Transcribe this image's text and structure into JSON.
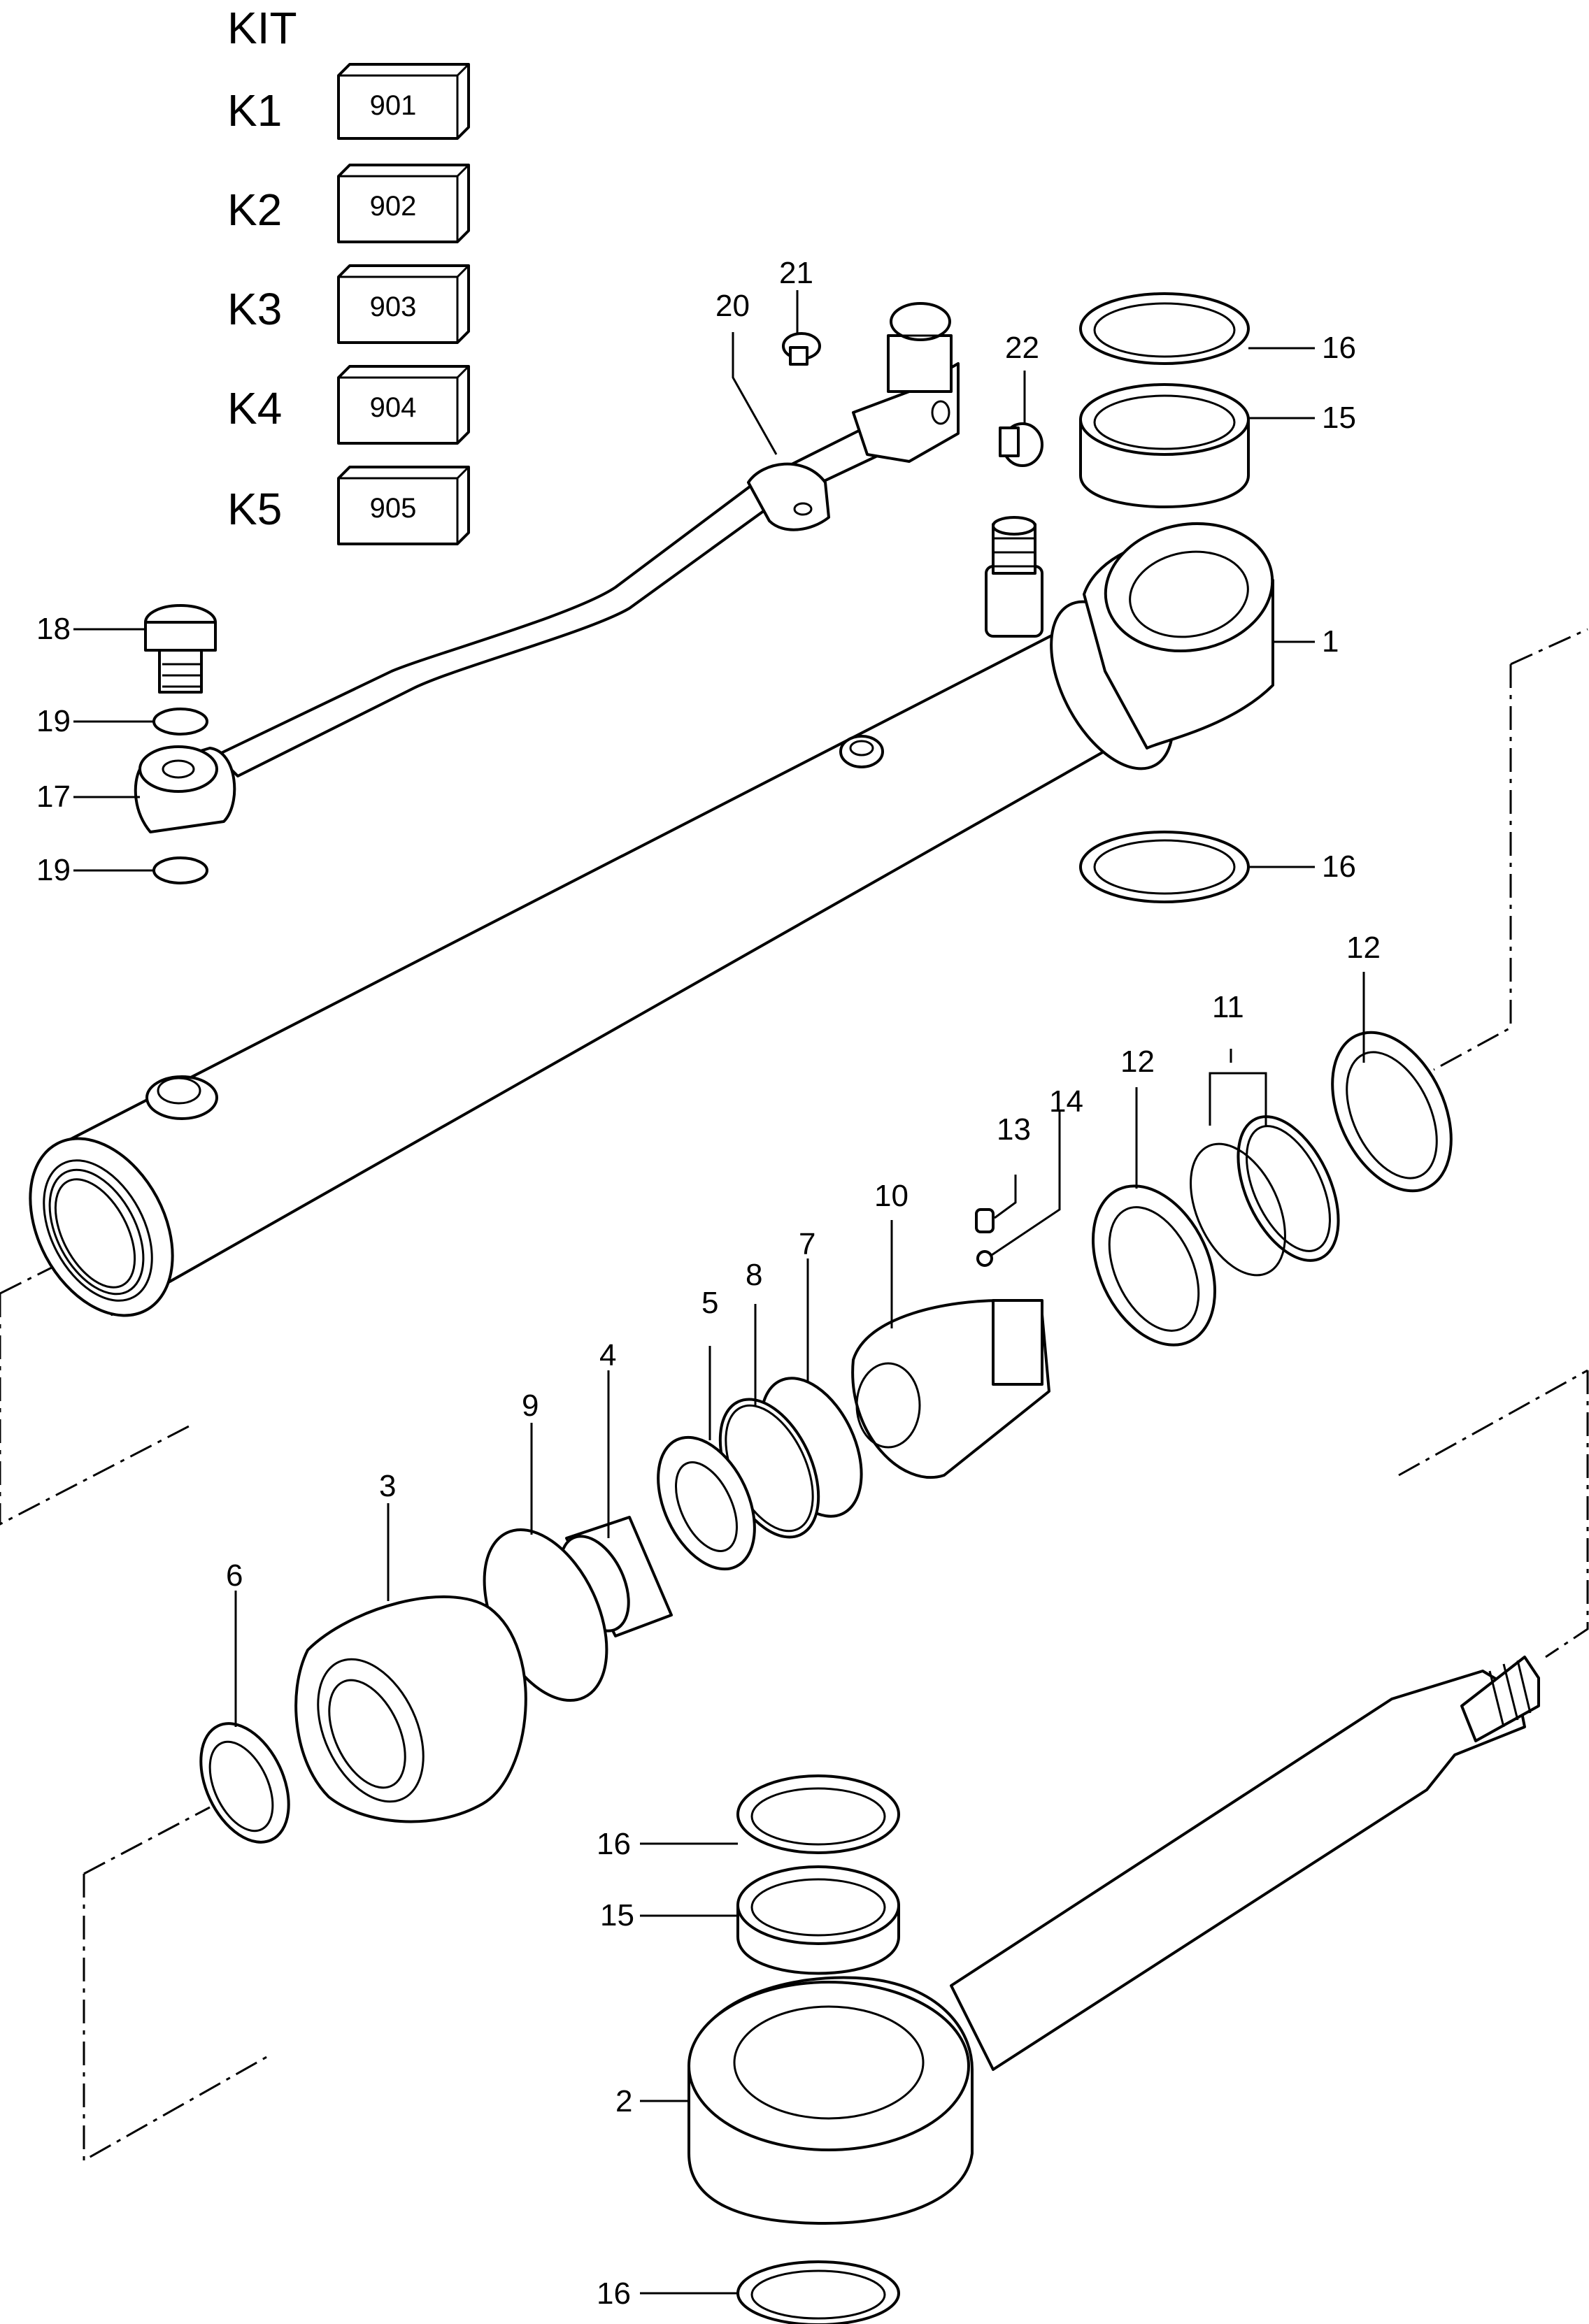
{
  "kit": {
    "title": "KIT",
    "entries": [
      {
        "code": "K1",
        "number": "901"
      },
      {
        "code": "K2",
        "number": "902"
      },
      {
        "code": "K3",
        "number": "903"
      },
      {
        "code": "K4",
        "number": "904"
      },
      {
        "code": "K5",
        "number": "905"
      }
    ]
  },
  "callouts": {
    "c1": "1",
    "c2": "2",
    "c3": "3",
    "c4": "4",
    "c5": "5",
    "c6": "6",
    "c7": "7",
    "c8": "8",
    "c9": "9",
    "c10": "10",
    "c11": "11",
    "c12a": "12",
    "c12b": "12",
    "c13": "13",
    "c14": "14",
    "c15a": "15",
    "c15b": "15",
    "c16a": "16",
    "c16b": "16",
    "c16c": "16",
    "c16d": "16",
    "c17": "17",
    "c18": "18",
    "c19a": "19",
    "c19b": "19",
    "c20": "20",
    "c21": "21",
    "c22": "22"
  }
}
